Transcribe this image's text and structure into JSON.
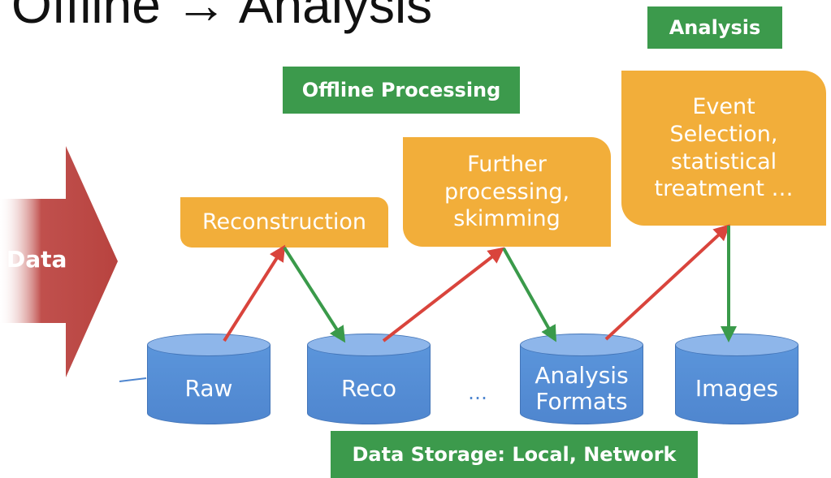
{
  "title": "Offline → Analysis",
  "labels": {
    "offline_processing": "Offline Processing",
    "analysis": "Analysis",
    "data_storage": "Data Storage: Local, Network"
  },
  "input_arrow": {
    "label": "Data"
  },
  "steps": {
    "reconstruction": "Reconstruction",
    "further_processing": "Further\nprocessing,\nskimming",
    "event_selection": "Event\nSelection,\nstatistical\ntreatment …"
  },
  "storage": {
    "raw": "Raw",
    "reco": "Reco",
    "ellipsis": "…",
    "analysis_formats": "Analysis\nFormats",
    "images": "Images"
  },
  "colors": {
    "green_label": "#3c9a4c",
    "orange_box": "#f2ae3a",
    "cylinder_blue": "#4f86cf",
    "data_arrow": "#c0504d",
    "up_arrow": "#d9443c",
    "down_arrow": "#3a9a4a"
  }
}
